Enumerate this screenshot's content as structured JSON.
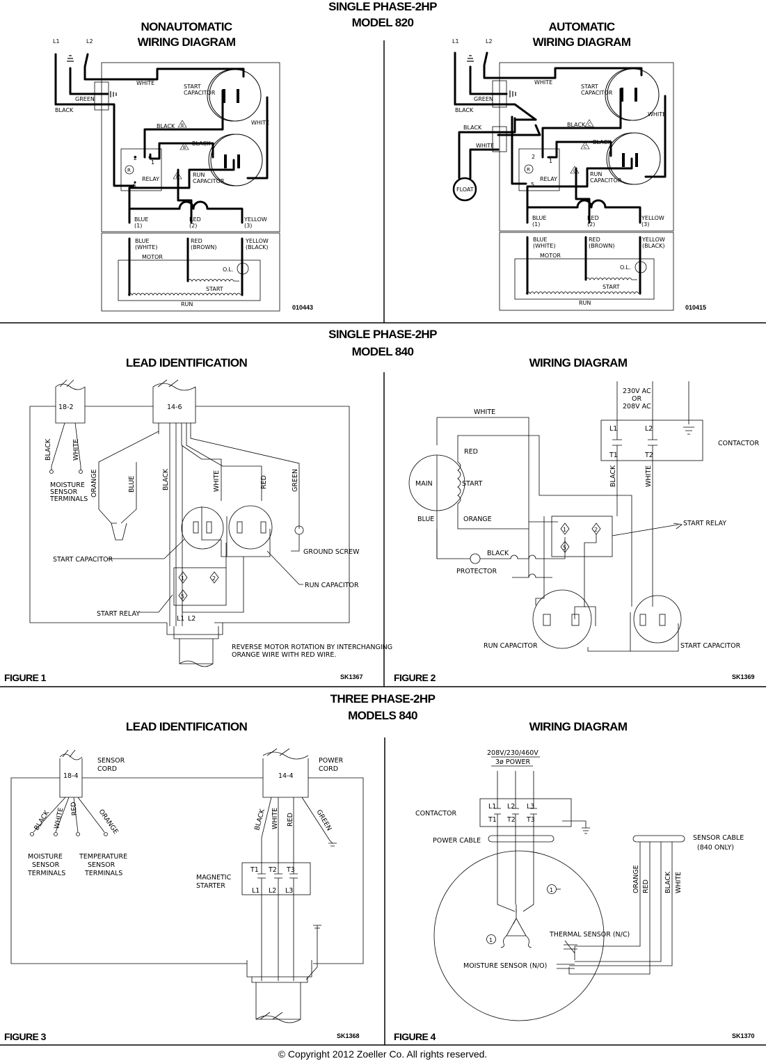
{
  "sections": [
    {
      "title_line1": "SINGLE PHASE-2HP",
      "title_line2": "MODEL 820",
      "left_heading_line1": "NONAUTOMATIC",
      "left_heading_line2": "WIRING DIAGRAM",
      "right_heading_line1": "AUTOMATIC",
      "right_heading_line2": "WIRING DIAGRAM",
      "left_code": "010443",
      "right_code": "010415"
    },
    {
      "title_line1": "SINGLE PHASE-2HP",
      "title_line2": "MODEL 840",
      "left_heading": "LEAD IDENTIFICATION",
      "right_heading": "WIRING DIAGRAM",
      "left_figure": "FIGURE 1",
      "right_figure": "FIGURE 2",
      "left_code": "SK1367",
      "right_code": "SK1369"
    },
    {
      "title_line1": "THREE PHASE-2HP",
      "title_line2": "MODELS 840",
      "left_heading": "LEAD IDENTIFICATION",
      "right_heading": "WIRING DIAGRAM",
      "left_figure": "FIGURE 3",
      "right_figure": "FIGURE 4",
      "left_code": "SK1368",
      "right_code": "SK1370"
    }
  ],
  "d820": {
    "l1": "L1",
    "l2": "L2",
    "white": "WHITE",
    "green": "GREEN",
    "black": "BLACK",
    "start_cap_1": "START",
    "start_cap_2": "CAPACITOR",
    "run_cap_1": "RUN",
    "run_cap_2": "CAPACITOR",
    "relay": "RELAY",
    "r": "R",
    "n2": "2",
    "n1": "1",
    "n5": "5",
    "tri": "B",
    "tri_auto": "C",
    "blue": "BLUE",
    "red": "RED",
    "yellow": "YELLOW",
    "p1": "(1)",
    "p2": "(2)",
    "p3": "(3)",
    "blue_white": "(WHITE)",
    "red_brown": "(BROWN)",
    "yellow_black": "(BLACK)",
    "motor": "MOTOR",
    "ol": "O.L.",
    "start": "START",
    "run": "RUN",
    "float": "FLOAT"
  },
  "fig1": {
    "cord1": "18-2",
    "cord2": "14-6",
    "black": "BLACK",
    "white": "WHITE",
    "orange": "ORANGE",
    "blue": "BLUE",
    "red": "RED",
    "green": "GREEN",
    "moisture_1": "MOISTURE",
    "moisture_2": "SENSOR",
    "moisture_3": "TERMINALS",
    "start_cap": "START CAPACITOR",
    "ground_screw": "GROUND SCREW",
    "run_cap": "RUN CAPACITOR",
    "start_relay": "START RELAY",
    "l1": "L1",
    "l2": "L2",
    "n1": "1",
    "n2": "2",
    "n5": "5",
    "note_1": "REVERSE MOTOR ROTATION BY INTERCHANGING",
    "note_2": "ORANGE WIRE WITH RED WIRE."
  },
  "fig2": {
    "v1": "230V AC",
    "v2": "OR",
    "v3": "208V AC",
    "l1": "L1",
    "l2": "L2",
    "t1": "T1",
    "t2": "T2",
    "contactor": "CONTACTOR",
    "white": "WHITE",
    "red": "RED",
    "main": "MAIN",
    "start": "START",
    "blue": "BLUE",
    "orange": "ORANGE",
    "black": "BLACK",
    "protector": "PROTECTOR",
    "start_relay": "START RELAY",
    "run_cap": "RUN CAPACITOR",
    "start_cap": "START CAPACITOR",
    "n1": "1",
    "n2": "2",
    "n5": "5"
  },
  "fig3": {
    "cord1": "18-4",
    "cord2": "14-4",
    "sensor_cord_1": "SENSOR",
    "sensor_cord_2": "CORD",
    "power_cord_1": "POWER",
    "power_cord_2": "CORD",
    "black": "BLACK",
    "white": "WHITE",
    "red": "RED",
    "orange": "ORANGE",
    "green": "GREEN",
    "moist_1": "MOISTURE",
    "moist_2": "SENSOR",
    "moist_3": "TERMINALS",
    "temp_1": "TEMPERATURE",
    "temp_2": "SENSOR",
    "temp_3": "TERMINALS",
    "mag_1": "MAGNETIC",
    "mag_2": "STARTER",
    "t1": "T1",
    "t2": "T2",
    "t3": "T3",
    "l1": "L1",
    "l2": "L2",
    "l3": "L3"
  },
  "fig4": {
    "power_1": "208V/230/460V",
    "power_2": "3ø  POWER",
    "contactor": "CONTACTOR",
    "power_cable": "POWER CABLE",
    "sensor_cable_1": "SENSOR CABLE",
    "sensor_cable_2": "(840 ONLY)",
    "l1": "L1",
    "l2": "L2",
    "l3": "L3",
    "t1": "T1",
    "t2": "T2",
    "t3": "T3",
    "orange": "ORANGE",
    "red": "RED",
    "black": "BLACK",
    "white": "WHITE",
    "thermal": "THERMAL SENSOR (N/C)",
    "moisture": "MOISTURE SENSOR (N/O)",
    "circ1": "1"
  },
  "copyright": "© Copyright 2012 Zoeller Co. All rights reserved."
}
